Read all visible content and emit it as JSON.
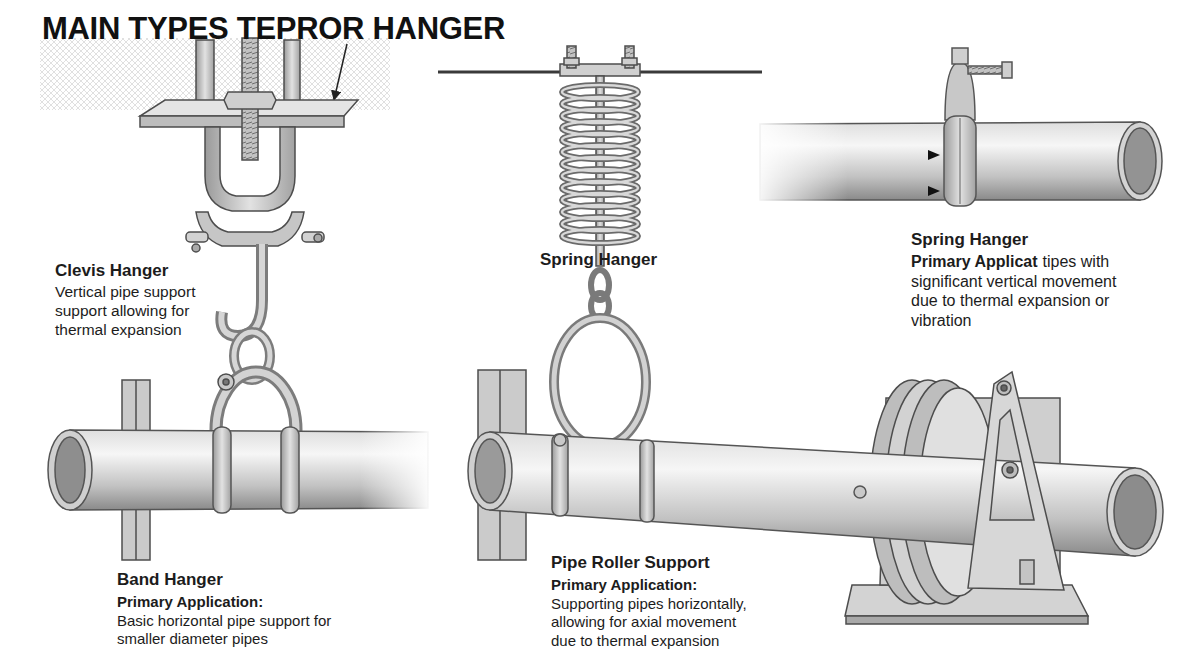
{
  "diagram": {
    "title": "MAIN TYPES TEPROR HANGER",
    "labels": [
      "Clevis Hanger",
      "Vertical pipe support support allowing for thermal expansion",
      "Spring Hanger",
      "Spring Hanger",
      "Primary Applicat",
      "tipes with significant vertical movement due to thermal expansion or vibration",
      "Band Hanger",
      "Primary Application:",
      "Basic horizontal pipe support for smaller diameter pipes",
      "Pipe Roller Support",
      "Primary Application:",
      "Supporting pipes horizontally, allowing for axial movement due to thermal expansion"
    ]
  }
}
